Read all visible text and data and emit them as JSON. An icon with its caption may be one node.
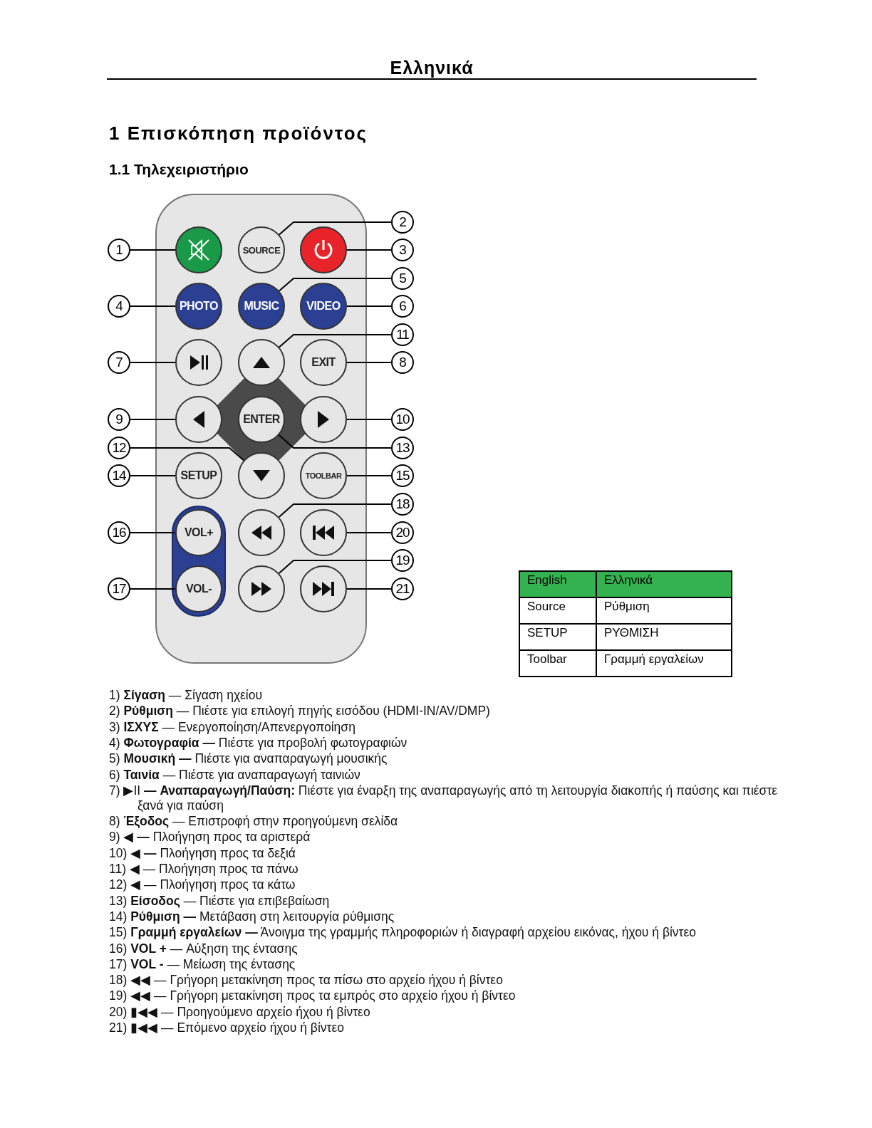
{
  "diagram": {
    "title": "1 Επισκόπηση προϊόντος",
    "nodes": [
      {
        "text": [],
        "shape": "box"
      },
      {
        "text": [],
        "shape": "circle",
        "in": 0
      },
      {
        "text": [
          "SOURCE"
        ],
        "in": 0
      },
      {
        "text": [],
        "shape": "circle",
        "in": 0
      },
      {
        "text": [
          "PHOTO"
        ],
        "in": 0
      },
      {
        "text": [
          "MUSIC"
        ],
        "in": 0
      },
      {
        "text": [
          "VIDEO"
        ],
        "in": 0
      },
      {
        "text": [],
        "shape": "circle",
        "in": 0
      },
      {
        "text": [],
        "shape": "circle",
        "in": 0
      },
      {
        "text": [
          "EXIT"
        ],
        "in": 0
      },
      {
        "text": [],
        "shape": "circle",
        "in": 0
      },
      {
        "text": [
          "ENTER"
        ],
        "in": 0
      },
      {
        "text": [],
        "shape": "circle",
        "in": 0
      },
      {
        "text": [
          "SETUP"
        ],
        "in": 0
      },
      {
        "text": [],
        "shape": "circle",
        "in": 0
      },
      {
        "text": [
          "TOOLBAR"
        ],
        "in": 0
      },
      {
        "text": [
          "VOL+"
        ],
        "in": 0
      },
      {
        "text": [],
        "shape": "circle",
        "in": 0
      },
      {
        "text": [],
        "shape": "circle",
        "in": 0
      },
      {
        "text": [
          "VOL-"
        ],
        "in": 0
      },
      {
        "text": [],
        "shape": "circle",
        "in": 0
      },
      {
        "text": [],
        "shape": "circle",
        "in": 0
      },
      {
        "text": [
          "1"
        ]
      },
      {
        "text": [
          "2"
        ]
      },
      {
        "text": [
          "3"
        ]
      },
      {
        "text": [
          "4"
        ]
      },
      {
        "text": [
          "5"
        ]
      },
      {
        "text": [
          "6"
        ]
      },
      {
        "text": [
          "7"
        ]
      },
      {
        "text": [
          "8"
        ]
      },
      {
        "text": [
          "9"
        ]
      },
      {
        "text": [
          "10"
        ]
      },
      {
        "text": [
          "11"
        ]
      },
      {
        "text": [
          "12"
        ]
      },
      {
        "text": [
          "13"
        ]
      },
      {
        "text": [
          "14"
        ]
      },
      {
        "text": [
          "15"
        ]
      },
      {
        "text": [
          "16"
        ]
      },
      {
        "text": [
          "17"
        ]
      },
      {
        "text": [
          "18"
        ]
      },
      {
        "text": [
          "19"
        ]
      },
      {
        "text": [
          "20"
        ]
      },
      {
        "text": [
          "21"
        ]
      }
    ],
    "edges": [
      {
        "from": 22,
        "to": 1,
        "arrow": "none"
      },
      {
        "from": 23,
        "to": 2,
        "arrow": "none"
      },
      {
        "from": 24,
        "to": 3,
        "arrow": "none"
      },
      {
        "from": 25,
        "to": 4,
        "arrow": "none"
      },
      {
        "from": 26,
        "to": 5,
        "arrow": "none"
      },
      {
        "from": 27,
        "to": 6,
        "arrow": "none"
      },
      {
        "from": 28,
        "to": 7,
        "arrow": "none"
      },
      {
        "from": 29,
        "to": 9,
        "arrow": "none"
      },
      {
        "from": 30,
        "to": 10,
        "arrow": "none"
      },
      {
        "from": 31,
        "to": 12,
        "arrow": "none"
      },
      {
        "from": 32,
        "to": 8,
        "arrow": "none"
      },
      {
        "from": 33,
        "to": 14,
        "arrow": "none"
      },
      {
        "from": 34,
        "to": 11,
        "arrow": "none"
      },
      {
        "from": 35,
        "to": 13,
        "arrow": "none"
      },
      {
        "from": 36,
        "to": 15,
        "arrow": "none"
      },
      {
        "from": 37,
        "to": 16,
        "arrow": "none"
      },
      {
        "from": 38,
        "to": 19,
        "arrow": "none"
      },
      {
        "from": 39,
        "to": 17,
        "arrow": "none"
      },
      {
        "from": 40,
        "to": 20,
        "arrow": "none"
      },
      {
        "from": 41,
        "to": 18,
        "arrow": "none"
      },
      {
        "from": 42,
        "to": 21,
        "arrow": "none"
      }
    ],
    "labels": [
      "Ελληνικά",
      "1.1 Τηλεχειριστήριο",
      "English",
      "Ελληνικά",
      "Source",
      "Ρύθμιση",
      "SETUP",
      "ΡΥΘΜΙΣΗ",
      "Toolbar",
      "Γραμμή εργαλείων",
      "1) **Σίγαση** — Σίγαση ηχείου",
      "2) **Ρύθμιση** — Πιέστε για επιλογή πηγής εισόδου (HDMI-IN/AV/DMP)",
      "3) **ΙΣΧΥΣ** — Ενεργοποίηση/Απενεργοποίηση",
      "4) **Φωτογραφία —** Πιέστε για προβολή φωτογραφιών",
      "5) **Μουσική —** Πιέστε για αναπαραγωγή μουσικής",
      "6) **Ταινία** — Πιέστε για αναπαραγωγή ταινιών",
      "7) ▶II **— Αναπαραγωγή/Παύση:** Πιέστε για έναρξη της αναπαραγωγής από τη λειτουργία διακοπής ή παύσης και πιέστε ξανά για παύση",
      "8) **Έξοδος** — Επιστροφή στην προηγούμενη σελίδα",
      "9) ◀ **—** Πλοήγηση προς τα αριστερά",
      "10) ◀ **—** Πλοήγηση προς τα δεξιά",
      "11) ◀ — Πλοήγηση προς τα πάνω",
      "12) ◀ — Πλοήγηση προς τα κάτω",
      "13) **Είσοδος** — Πιέστε για επιβεβαίωση",
      "14) **Ρύθμιση —** Μετάβαση στη λειτουργία ρύθμισης",
      "15) **Γραμμή εργαλείων —** Άνοιγμα της γραμμής πληροφοριών ή διαγραφή αρχείου εικόνας, ήχου ή βίντεο",
      "16) **VOL +** — Αύξηση της έντασης",
      "17) **VOL -** — Μείωση της έντασης",
      "18) ◀◀ — Γρήγορη μετακίνηση προς τα πίσω στο αρχείο ήχου ή βίντεο",
      "19) ◀◀ — Γρήγορη μετακίνηση προς τα εμπρός στο αρχείο ήχου ή βίντεο",
      "20) ▮◀◀ — Προηγούμενο αρχείο ήχου ή βίντεο",
      "21) ▮◀◀ — Επόμενο αρχείο ήχου ή βίντεο"
    ]
  }
}
